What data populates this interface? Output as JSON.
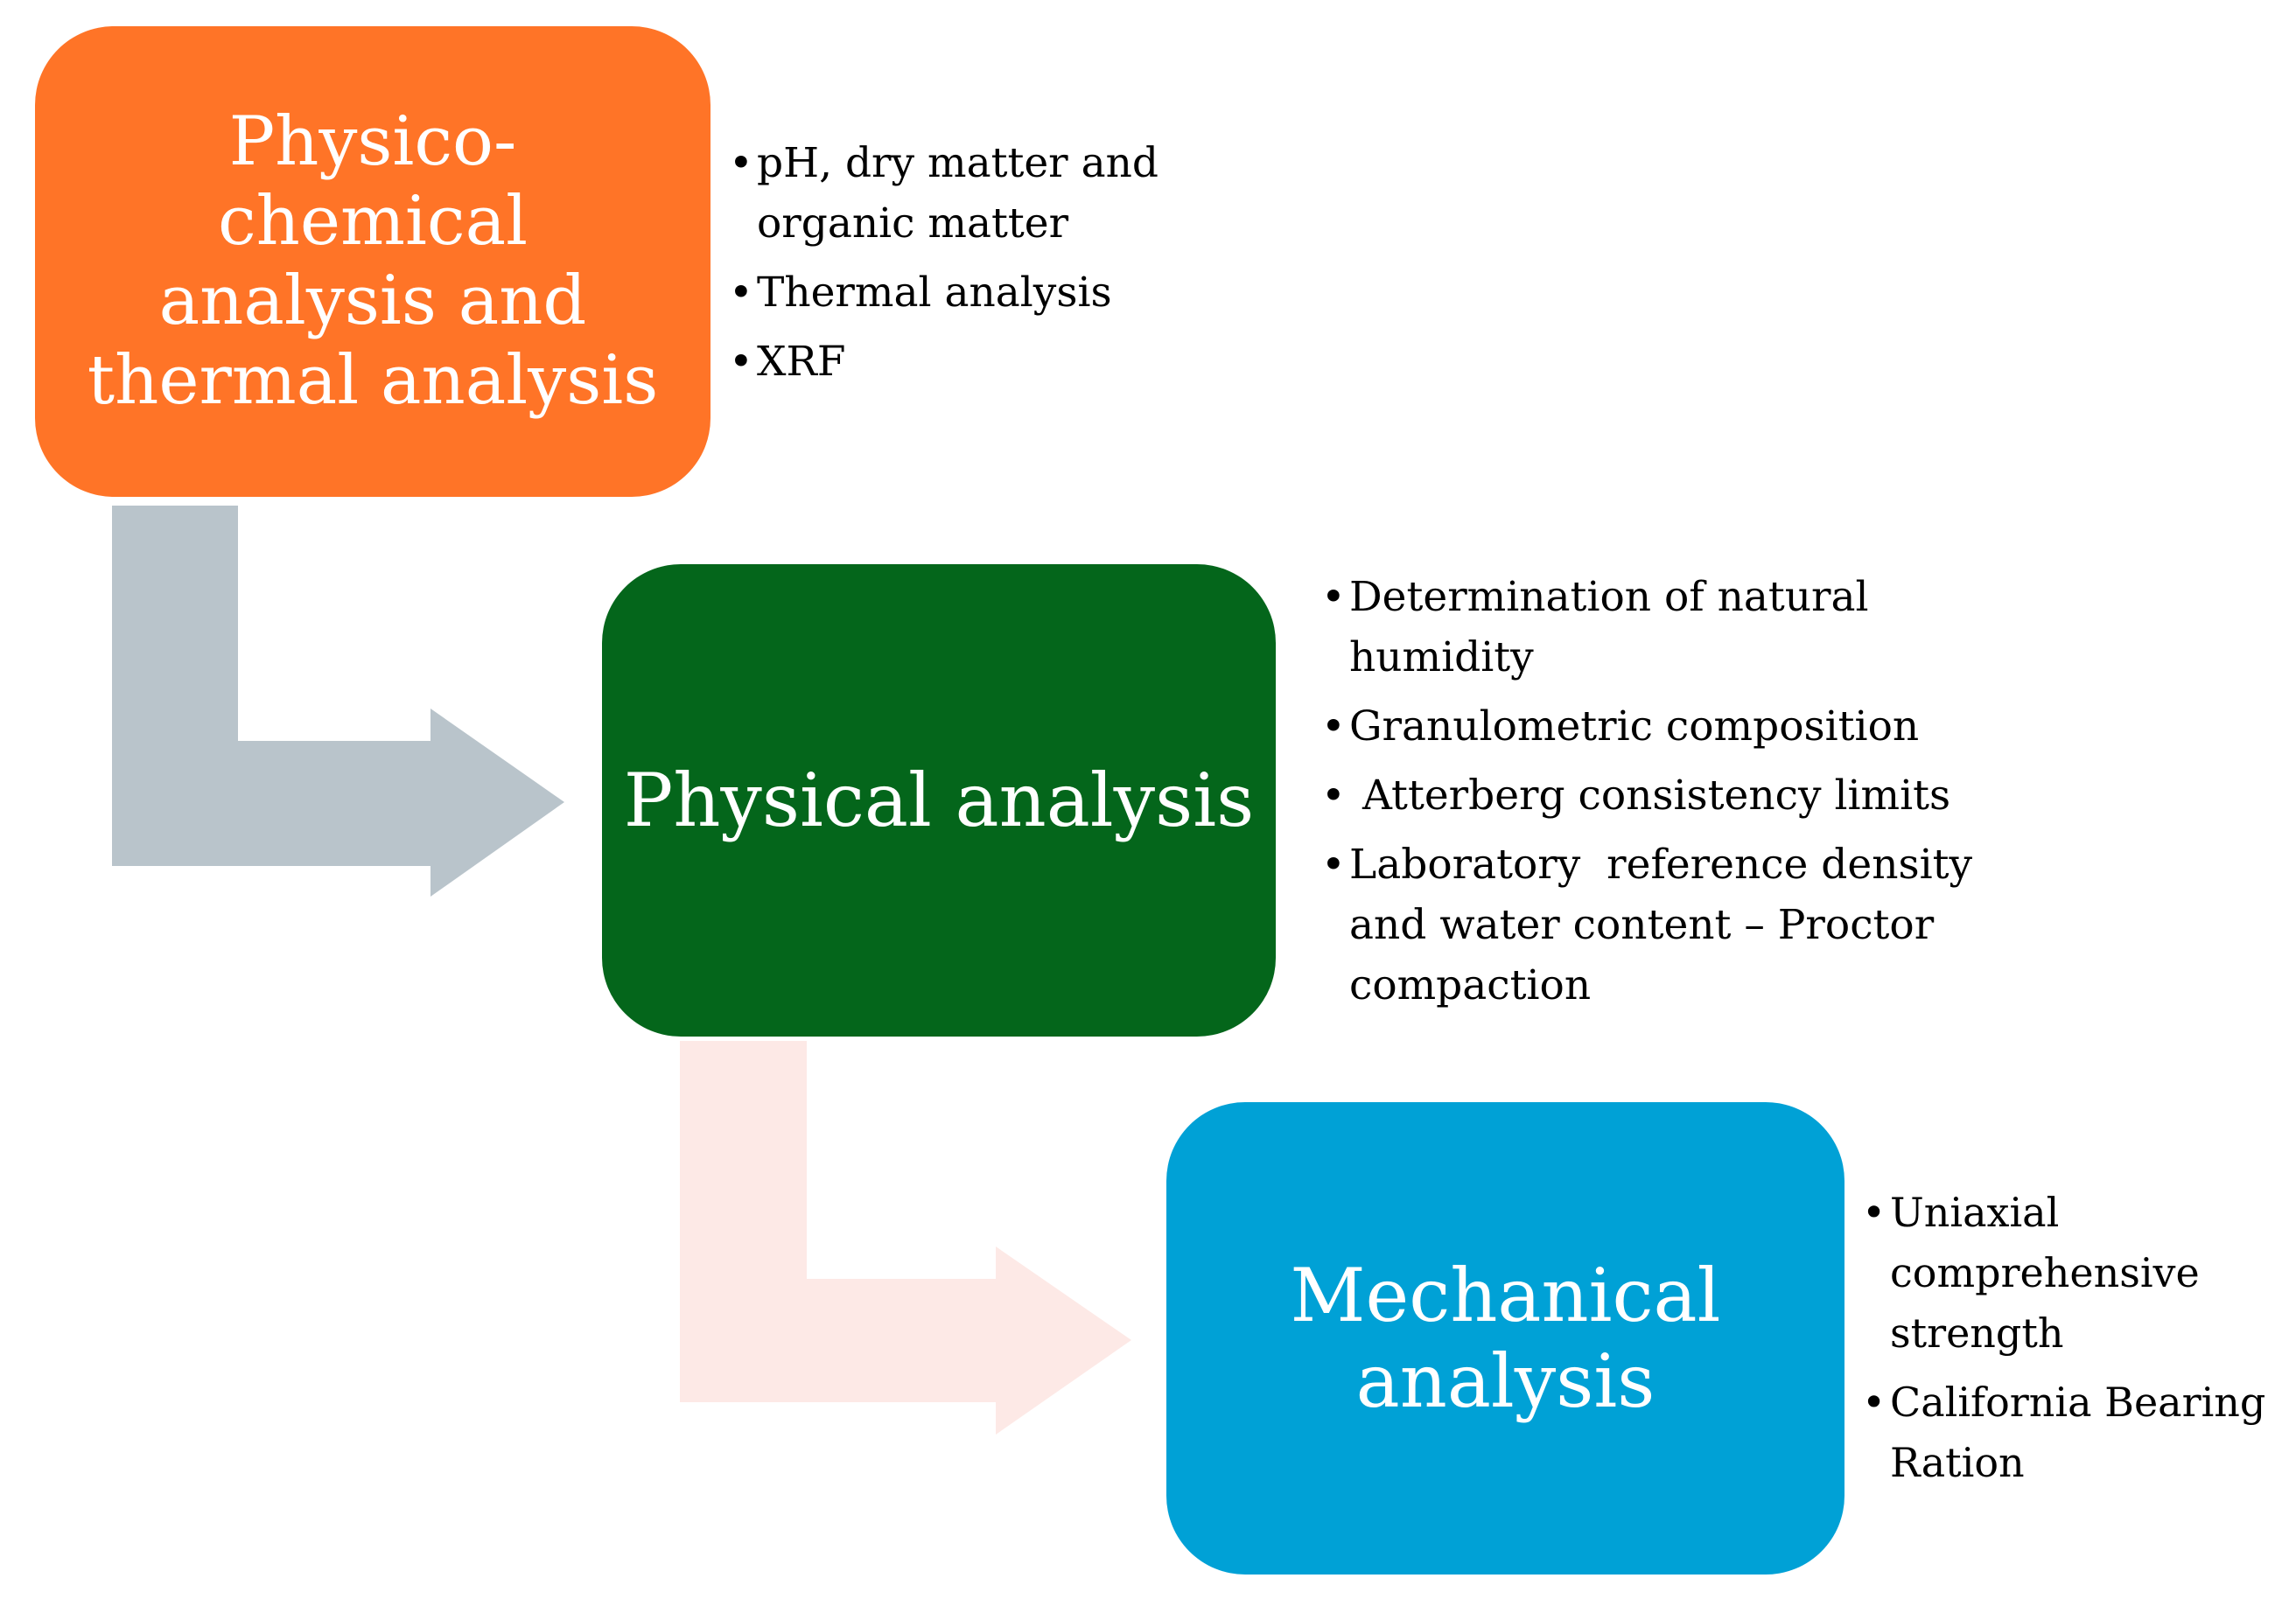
{
  "diagram": {
    "stages": [
      {
        "title_lines": [
          "Physico-",
          "chemical",
          "analysis and",
          "thermal analysis"
        ],
        "color": "#ff7427",
        "items": [
          {
            "lines": [
              "pH, dry matter and",
              "organic matter"
            ]
          },
          {
            "lines": [
              "Thermal analysis"
            ]
          },
          {
            "lines": [
              "XRF"
            ]
          }
        ]
      },
      {
        "title_lines": [
          "Physical analysis"
        ],
        "color": "#04661b",
        "items": [
          {
            "lines": [
              "Determination of natural",
              "humidity"
            ]
          },
          {
            "lines": [
              "Granulometric composition"
            ]
          },
          {
            "lines": [
              " Atterberg consistency limits"
            ]
          },
          {
            "lines": [
              "Laboratory  reference density",
              "and water content – Proctor",
              "compaction"
            ]
          }
        ]
      },
      {
        "title_lines": [
          "Mechanical",
          "analysis"
        ],
        "color": "#00a1d6",
        "items": [
          {
            "lines": [
              "Uniaxial",
              "comprehensive",
              "strength"
            ]
          },
          {
            "lines": [
              "California Bearing",
              "Ration"
            ]
          }
        ]
      }
    ],
    "bullet_glyph": "•",
    "arrows": [
      {
        "color": "#b9c4cb"
      },
      {
        "color": "#fde9e6"
      }
    ]
  }
}
